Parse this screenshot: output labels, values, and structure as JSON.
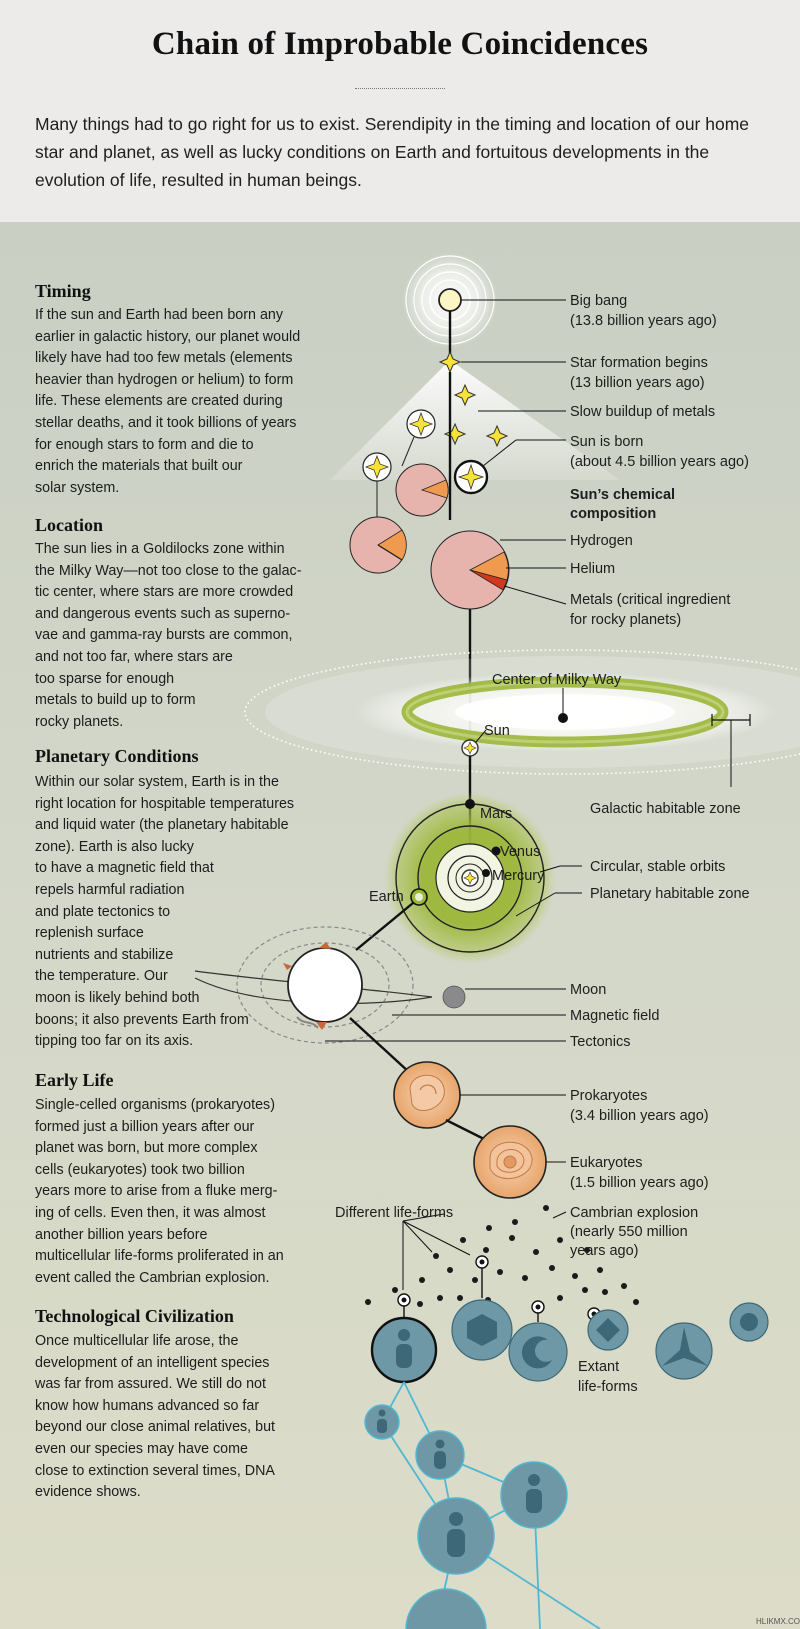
{
  "title": "Chain of Improbable Coincidences",
  "intro": "Many things had to go right for us to exist. Serendipity in the timing and location of our home star and planet, as well as lucky conditions on Earth and fortuitous developments in the evolution of life, resulted in human beings.",
  "sections": {
    "timing": {
      "title": "Timing",
      "lines": [
        "If the sun and Earth had been born any",
        "earlier in galactic history, our planet would",
        "likely have had too few metals (elements",
        "heavier than hydrogen or helium) to form",
        "life. These elements are created during",
        "stellar deaths, and it took billions of years",
        "for enough stars to form and die to",
        "enrich the materials that built our",
        "solar system."
      ]
    },
    "location": {
      "title": "Location",
      "lines": [
        "The sun lies in a Goldilocks zone within",
        "the Milky Way—not too close to the galac-",
        "tic center, where stars are more crowded",
        "and dangerous events such as superno-",
        "vae and gamma-ray bursts are common,",
        "and not too far, where stars are",
        "too sparse for enough",
        "metals to build up to form",
        "rocky planets."
      ]
    },
    "planetary": {
      "title": "Planetary Conditions",
      "lines": [
        "Within our solar system, Earth is in the",
        "right location for hospitable temperatures",
        "and liquid water (the planetary habitable",
        "zone). Earth is also lucky",
        "to have a magnetic field that",
        "repels harmful radiation",
        "and plate tectonics to",
        "replenish surface",
        "nutrients and stabilize",
        "the temperature. Our",
        "moon is likely behind both",
        "boons; it also prevents Earth from",
        "tipping too far on its axis."
      ]
    },
    "early_life": {
      "title": "Early Life",
      "lines": [
        "Single-celled organisms (prokaryotes)",
        "formed just a billion years after our",
        "planet was born, but more complex",
        "cells (eukaryotes) took two billion",
        "years more to arise from a fluke merg-",
        "ing of cells. Even then, it was almost",
        "another billion years before",
        "multicellular life-forms proliferated in an",
        "event called the Cambrian explosion."
      ]
    },
    "tech": {
      "title": "Technological Civilization",
      "lines": [
        "Once multicellular life arose, the",
        "development of an intelligent species",
        "was far from assured. We still do not",
        "know how humans advanced so far",
        "beyond our close animal relatives, but",
        "even our species may have come",
        "close to extinction several times, DNA",
        "evidence shows."
      ]
    }
  },
  "labels": {
    "big_bang": [
      "Big bang",
      "(13.8 billion years ago)"
    ],
    "star_formation": [
      "Star formation begins",
      "(13 billion years ago)"
    ],
    "metals_buildup": "Slow buildup of metals",
    "sun_born": [
      "Sun is born",
      "(about 4.5 billion years ago)"
    ],
    "chem_title": [
      "Sun’s chemical",
      "composition"
    ],
    "hydrogen": "Hydrogen",
    "helium": "Helium",
    "metals": [
      "Metals (critical ingredient",
      "for rocky planets)"
    ],
    "center_milky_way": "Center of Milky Way",
    "sun": "Sun",
    "galactic_zone": "Galactic habitable zone",
    "mars": "Mars",
    "venus": "Venus",
    "mercury": "Mercury",
    "earth": "Earth",
    "circular_orbits": "Circular, stable orbits",
    "planetary_zone": "Planetary habitable zone",
    "moon": "Moon",
    "magnetic_field": "Magnetic field",
    "tectonics": "Tectonics",
    "prokaryotes": [
      "Prokaryotes",
      "(3.4 billion years ago)"
    ],
    "eukaryotes": [
      "Eukaryotes",
      "(1.5 billion years ago)"
    ],
    "different_life": "Different life-forms",
    "cambrian": [
      "Cambrian explosion",
      "(nearly 550 million",
      "years ago)"
    ],
    "extant": [
      "Extant",
      "life-forms"
    ]
  },
  "colors": {
    "star": "#f7e23a",
    "pie_pink": "#e7b3ad",
    "pie_orange": "#ef9a4e",
    "pie_red": "#cf3a1e",
    "zone_green": "#9bb639",
    "cell": "#e9ab73",
    "life_blue": "#6f98a6",
    "line_blue": "#4fb8d3"
  },
  "credit": "HLIKMX.COM"
}
